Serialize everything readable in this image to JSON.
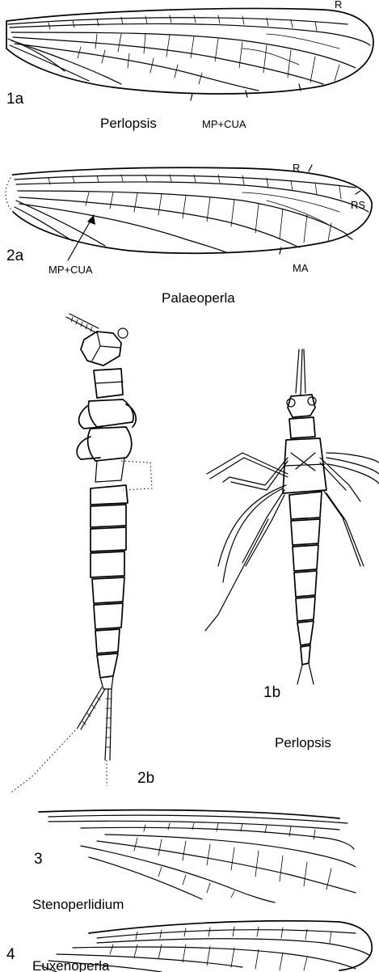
{
  "figures": [
    {
      "id": "1a",
      "number": "1a",
      "taxon": "Perlopsis",
      "vein_labels": [
        "R",
        "MP+CUA"
      ]
    },
    {
      "id": "2a",
      "number": "2a",
      "taxon": "Palaeoperla",
      "vein_labels": [
        "R",
        "RS",
        "MP+CUA",
        "MA"
      ]
    },
    {
      "id": "2b",
      "number": "2b"
    },
    {
      "id": "1b",
      "number": "1b",
      "taxon": "Perlopsis"
    },
    {
      "id": "3",
      "number": "3",
      "taxon": "Stenoperlidium"
    },
    {
      "id": "4",
      "number": "4",
      "taxon": "Euxenoperla"
    }
  ]
}
